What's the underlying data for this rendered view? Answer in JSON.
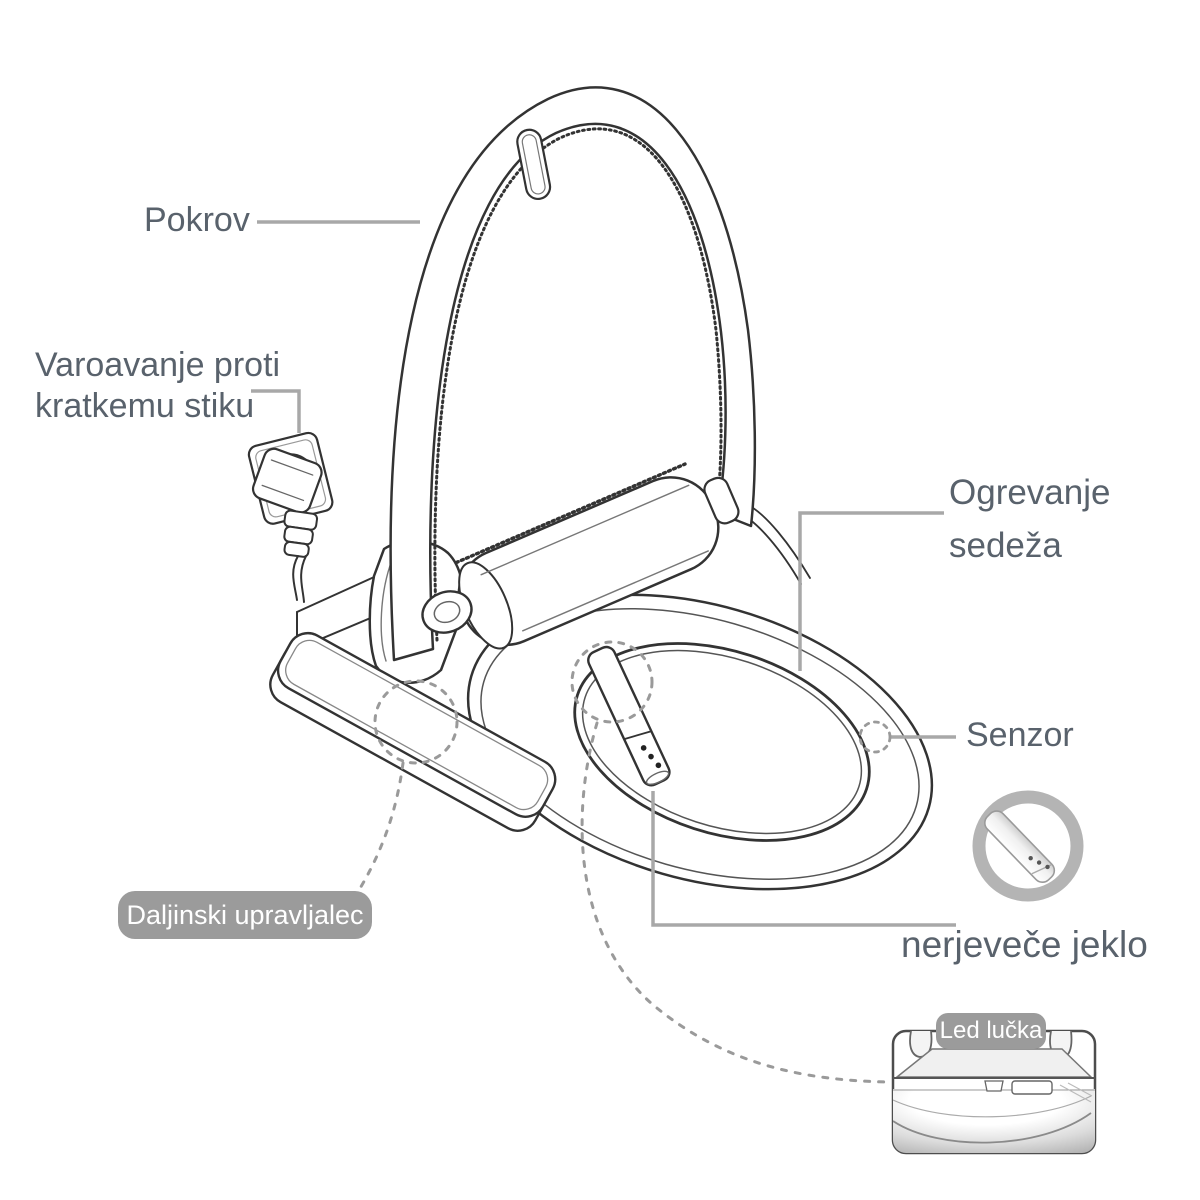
{
  "diagram": {
    "title_hint": "bidet-seat-parts-diagram",
    "labels": {
      "lid": "Pokrov",
      "protection1": "Varoavanje proti",
      "protection2": "kratkemu stiku",
      "heating1": "Ogrevanje",
      "heating2": "sedeža",
      "sensor": "Senzor",
      "remote": "Daljinski upravljalec",
      "stainless_steel": "nerjeveče jeklo",
      "led_light": "Led lučka"
    },
    "icons": [
      "nozzle-detail-ring-icon",
      "sensor-dashed-circle",
      "remote-dashed-circle",
      "nozzle-dashed-circle"
    ],
    "colors": {
      "label_text": "#59626c",
      "leader_line": "#a8a8a8",
      "dashed_line": "#9a9a9a",
      "badge_bg": "#9b9b9b",
      "badge_text": "#ffffff",
      "line_art": "#333333",
      "ring_icon": "#b4b4b4"
    }
  }
}
